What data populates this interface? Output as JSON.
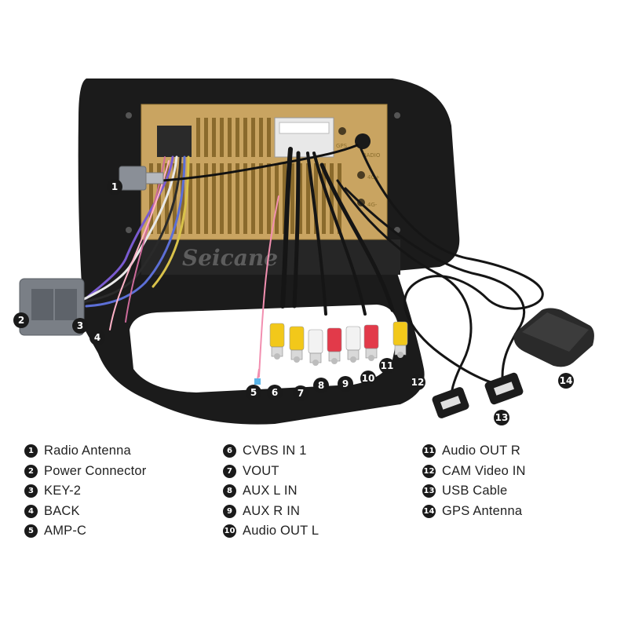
{
  "watermark": "Seicane",
  "panel_labels": {
    "gps": "GPS",
    "radio": "RADIO",
    "port_a": "4G+",
    "port_b": "4G-"
  },
  "callouts": [
    {
      "number": "1",
      "label": "Radio Antenna"
    },
    {
      "number": "2",
      "label": "Power Connector"
    },
    {
      "number": "3",
      "label": "KEY-2"
    },
    {
      "number": "4",
      "label": "BACK"
    },
    {
      "number": "5",
      "label": "AMP-C"
    },
    {
      "number": "6",
      "label": "CVBS IN 1"
    },
    {
      "number": "7",
      "label": "VOUT"
    },
    {
      "number": "8",
      "label": "AUX L IN"
    },
    {
      "number": "9",
      "label": "AUX R IN"
    },
    {
      "number": "10",
      "label": "Audio OUT L"
    },
    {
      "number": "11",
      "label": "Audio OUT R"
    },
    {
      "number": "12",
      "label": "CAM Video IN"
    },
    {
      "number": "13",
      "label": "USB Cable"
    },
    {
      "number": "14",
      "label": "GPS Antenna"
    }
  ],
  "colors": {
    "frame": "#1b1b1b",
    "panel": "#c9a461",
    "rca_yellow": "#f2c81a",
    "rca_white": "#f2f2f2",
    "rca_red": "#e23a4a",
    "badge": "#1a1a1a"
  }
}
